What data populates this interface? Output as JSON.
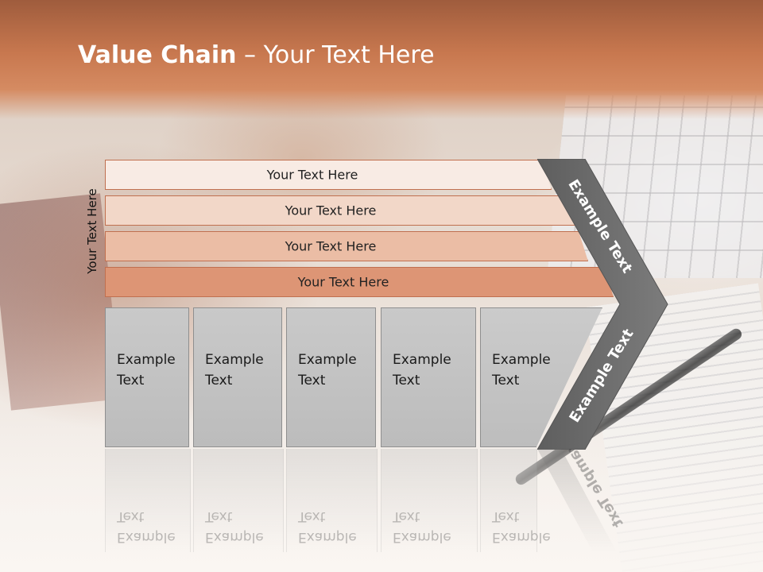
{
  "slide": {
    "title_bold": "Value Chain",
    "title_rest": " – Your Text Here",
    "side_label": "Your Text Here"
  },
  "bars": [
    {
      "label": "Your Text Here"
    },
    {
      "label": "Your Text Here"
    },
    {
      "label": "Your Text Here"
    },
    {
      "label": "Your Text Here"
    }
  ],
  "chevron": {
    "top_label": "Example Text",
    "bottom_label": "Example Text"
  },
  "boxes": [
    {
      "line1": "Example",
      "line2": "Text"
    },
    {
      "line1": "Example",
      "line2": "Text"
    },
    {
      "line1": "Example",
      "line2": "Text"
    },
    {
      "line1": "Example",
      "line2": "Text"
    },
    {
      "line1": "Example",
      "line2": "Text"
    }
  ],
  "colors": {
    "header": "#c8784f",
    "bar_lightest": "#f8ebe4",
    "bar_darkest": "#dd9575",
    "chevron": "#6f6f6f",
    "box": "#c4c4c4"
  }
}
